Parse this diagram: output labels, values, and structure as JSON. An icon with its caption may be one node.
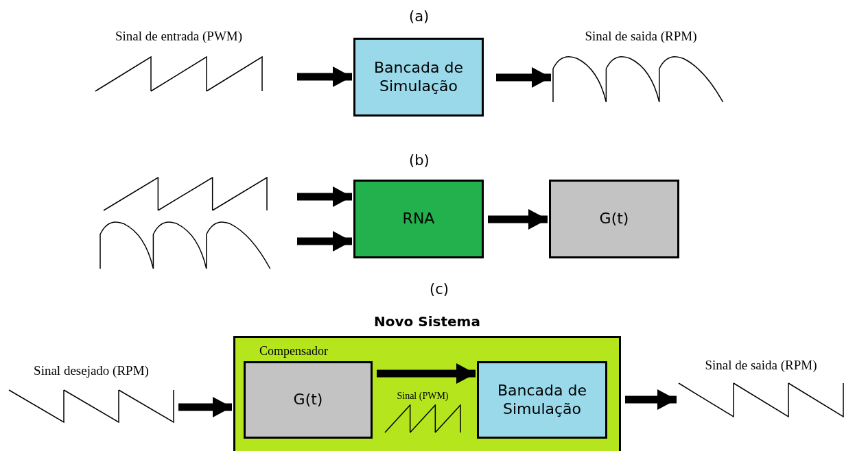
{
  "diagram": {
    "nodes": [
      {
        "text": [
          "Sinal de entrada (PWM)"
        ]
      },
      {
        "text": [
          "Bancada de Simulação"
        ]
      },
      {
        "text": [
          "Sinal de saida (RPM)"
        ]
      },
      {
        "text": [],
        "shape": "picture"
      },
      {
        "text": [],
        "shape": "picture"
      },
      {
        "text": [
          "RNA"
        ]
      },
      {
        "text": [
          "G(t)"
        ]
      },
      {
        "text": [
          "Sinal desejado (RPM)"
        ]
      },
      {
        "text": [
          "Novo Sistema"
        ]
      },
      {
        "text": [
          "Compensador",
          "G(t)"
        ],
        "in": 8
      },
      {
        "text": [
          "Sinal (PWM)"
        ],
        "in": 8
      },
      {
        "text": [
          "Bancada de Simulação"
        ],
        "in": 8
      },
      {
        "text": [
          "Sinal de saida (RPM)"
        ]
      }
    ],
    "edges": [
      {
        "from": 0,
        "to": 1,
        "arrow": "to"
      },
      {
        "from": 1,
        "to": 2,
        "arrow": "to"
      },
      {
        "from": 3,
        "to": 5,
        "arrow": "to"
      },
      {
        "from": 4,
        "to": 5,
        "arrow": "to"
      },
      {
        "from": 5,
        "to": 6,
        "arrow": "to"
      },
      {
        "from": 7,
        "to": 8,
        "arrow": "to"
      },
      {
        "from": 9,
        "to": 11,
        "arrow": "to"
      },
      {
        "from": 8,
        "to": 12,
        "arrow": "to"
      }
    ],
    "labels": [
      "(a)",
      "(b)",
      "(c)"
    ]
  }
}
